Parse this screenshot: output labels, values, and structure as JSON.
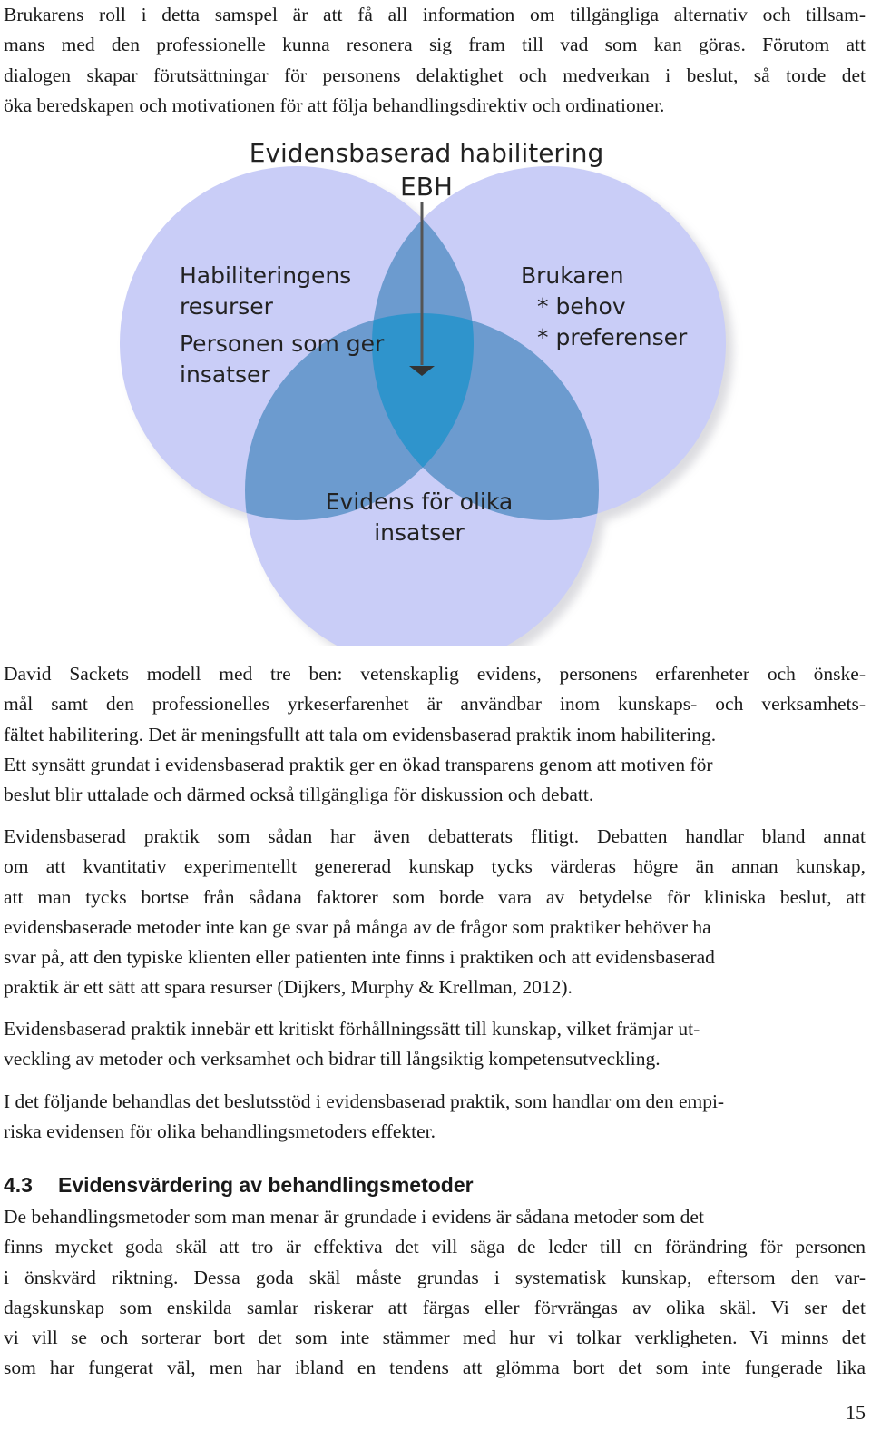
{
  "intro_paragraph": {
    "lines": [
      "Brukarens roll i detta samspel är att få all information om tillgängliga alternativ och tillsam-",
      "mans med den professionelle kunna resonera sig fram till vad som kan göras. Förutom att",
      "dialogen skapar förutsättningar för personens delaktighet och medverkan i beslut, så torde det",
      "öka beredskapen och motivationen för att följa behandlingsdirektiv och ordinationer."
    ]
  },
  "figure": {
    "title_line1": "Evidensbaserad habilitering",
    "title_line2": "EBH",
    "left_circle": {
      "line1": "Habiliteringens",
      "line2": "resurser",
      "line3": "Personen som ger",
      "line4": "insatser"
    },
    "right_circle": {
      "line1": "Brukaren",
      "line2": "* behov",
      "line3": "* preferenser"
    },
    "bottom_circle": {
      "line1": "Evidens för olika",
      "line2": "insatser"
    },
    "colors": {
      "circle_fill": "#c9cdf7",
      "pair_overlap": "#6c9bcf",
      "center_overlap": "#2f94cc",
      "arrow": "#555555"
    }
  },
  "paragraphs": [
    {
      "lines": [
        "David Sackets modell med tre ben: vetenskaplig evidens, personens erfarenheter och önske-",
        "mål samt den professionelles yrkeserfarenhet är användbar inom kunskaps- och verksamhets-",
        "fältet habilitering. Det är meningsfullt att tala om evidensbaserad praktik inom habilitering.",
        "Ett synsätt grundat i evidensbaserad praktik ger en ökad transparens genom att motiven för",
        "beslut blir uttalade och därmed också tillgängliga för diskussion och debatt."
      ]
    },
    {
      "lines": [
        "Evidensbaserad praktik som sådan har även debatterats flitigt. Debatten handlar bland annat",
        "om att kvantitativ experimentellt genererad kunskap tycks värderas högre än annan kunskap,",
        "att man tycks bortse från sådana faktorer som borde vara av betydelse för kliniska beslut, att",
        "evidensbaserade metoder inte kan ge svar på många av de frågor som praktiker behöver ha",
        "svar på, att den typiske klienten eller patienten inte finns i praktiken och att evidensbaserad",
        "praktik är ett sätt att spara resurser (Dijkers, Murphy & Krellman, 2012)."
      ]
    },
    {
      "lines": [
        "Evidensbaserad praktik innebär ett kritiskt förhållningssätt till kunskap, vilket främjar ut-",
        "veckling av metoder och verksamhet och bidrar till långsiktig kompetensutveckling."
      ]
    },
    {
      "lines": [
        "I det följande behandlas det beslutsstöd i evidensbaserad praktik, som handlar om den empi-",
        "riska evidensen för olika behandlingsmetoders effekter."
      ]
    }
  ],
  "section": {
    "number": "4.3",
    "title": "Evidensvärdering av behandlingsmetoder"
  },
  "section_paragraph": {
    "lines": [
      "De behandlingsmetoder som man menar är grundade i evidens är sådana metoder som det",
      "finns mycket goda skäl att tro är effektiva det vill säga de leder till en förändring för personen",
      "i önskvärd riktning. Dessa goda skäl måste grundas i systematisk kunskap, eftersom den var-",
      "dagskunskap som enskilda samlar riskerar att färgas eller förvrängas av olika skäl. Vi ser det",
      "vi vill se och sorterar bort det som inte stämmer med hur vi tolkar verkligheten. Vi minns det",
      "som har fungerat väl, men har ibland en tendens att glömma bort det som inte fungerade lika"
    ]
  },
  "page_number": "15"
}
